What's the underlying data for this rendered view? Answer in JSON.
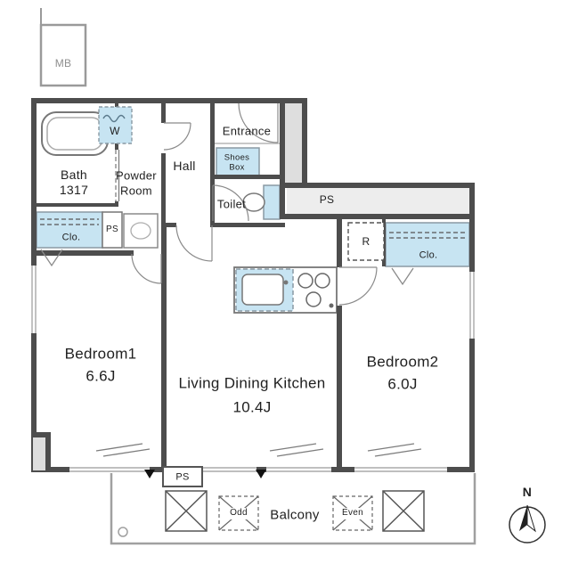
{
  "colors": {
    "wall": "#4d4d4d",
    "fixture_blue": "#c7e4f2",
    "gray_block": "#dedede"
  },
  "labels": {
    "mb": "MB",
    "bath": {
      "name": "Bath",
      "size": "1317"
    },
    "washer": "W",
    "powder": {
      "line1": "Powder",
      "line2": "Room"
    },
    "hall": "Hall",
    "entrance": "Entrance",
    "shoes": {
      "line1": "Shoes",
      "line2": "Box"
    },
    "toilet": "Toilet",
    "ps_top": "PS",
    "ps_left": "PS",
    "ps_bottom": "PS",
    "closet_left": "Clo.",
    "closet_right": "Clo.",
    "refrigerator": "R",
    "bedroom1": {
      "name": "Bedroom1",
      "size": "6.6J"
    },
    "ldk": {
      "name": "Living Dining Kitchen",
      "size": "10.4J"
    },
    "bedroom2": {
      "name": "Bedroom2",
      "size": "6.0J"
    },
    "balcony": "Balcony",
    "odd": "Odd",
    "even": "Even",
    "north": "N"
  }
}
